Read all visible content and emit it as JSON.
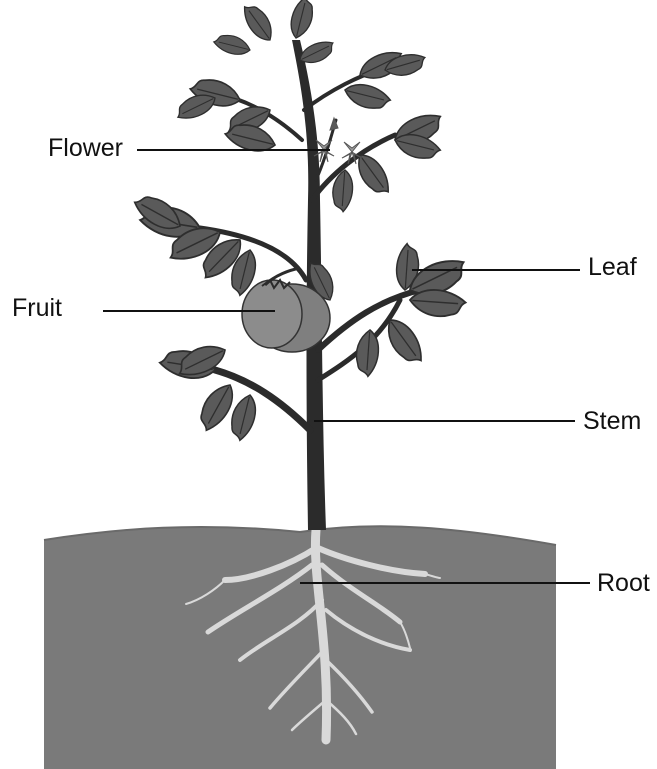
{
  "labels": {
    "flower": "Flower",
    "fruit": "Fruit",
    "leaf": "Leaf",
    "stem": "Stem",
    "root": "Root"
  },
  "colors": {
    "soil": "#7a7a7a",
    "leaf": "#5a5a5a",
    "leaf_vein": "#2e2e2e",
    "stem": "#2b2b2b",
    "fruit": "#8c8c8c",
    "root": "#d9d9d9",
    "flower": "#9a9a9a",
    "leader_line": "#111111"
  },
  "icons": {
    "flower": "flower-icon",
    "fruit": "tomato-fruit-icon",
    "leaf": "leaf-icon",
    "root": "root-icon"
  }
}
